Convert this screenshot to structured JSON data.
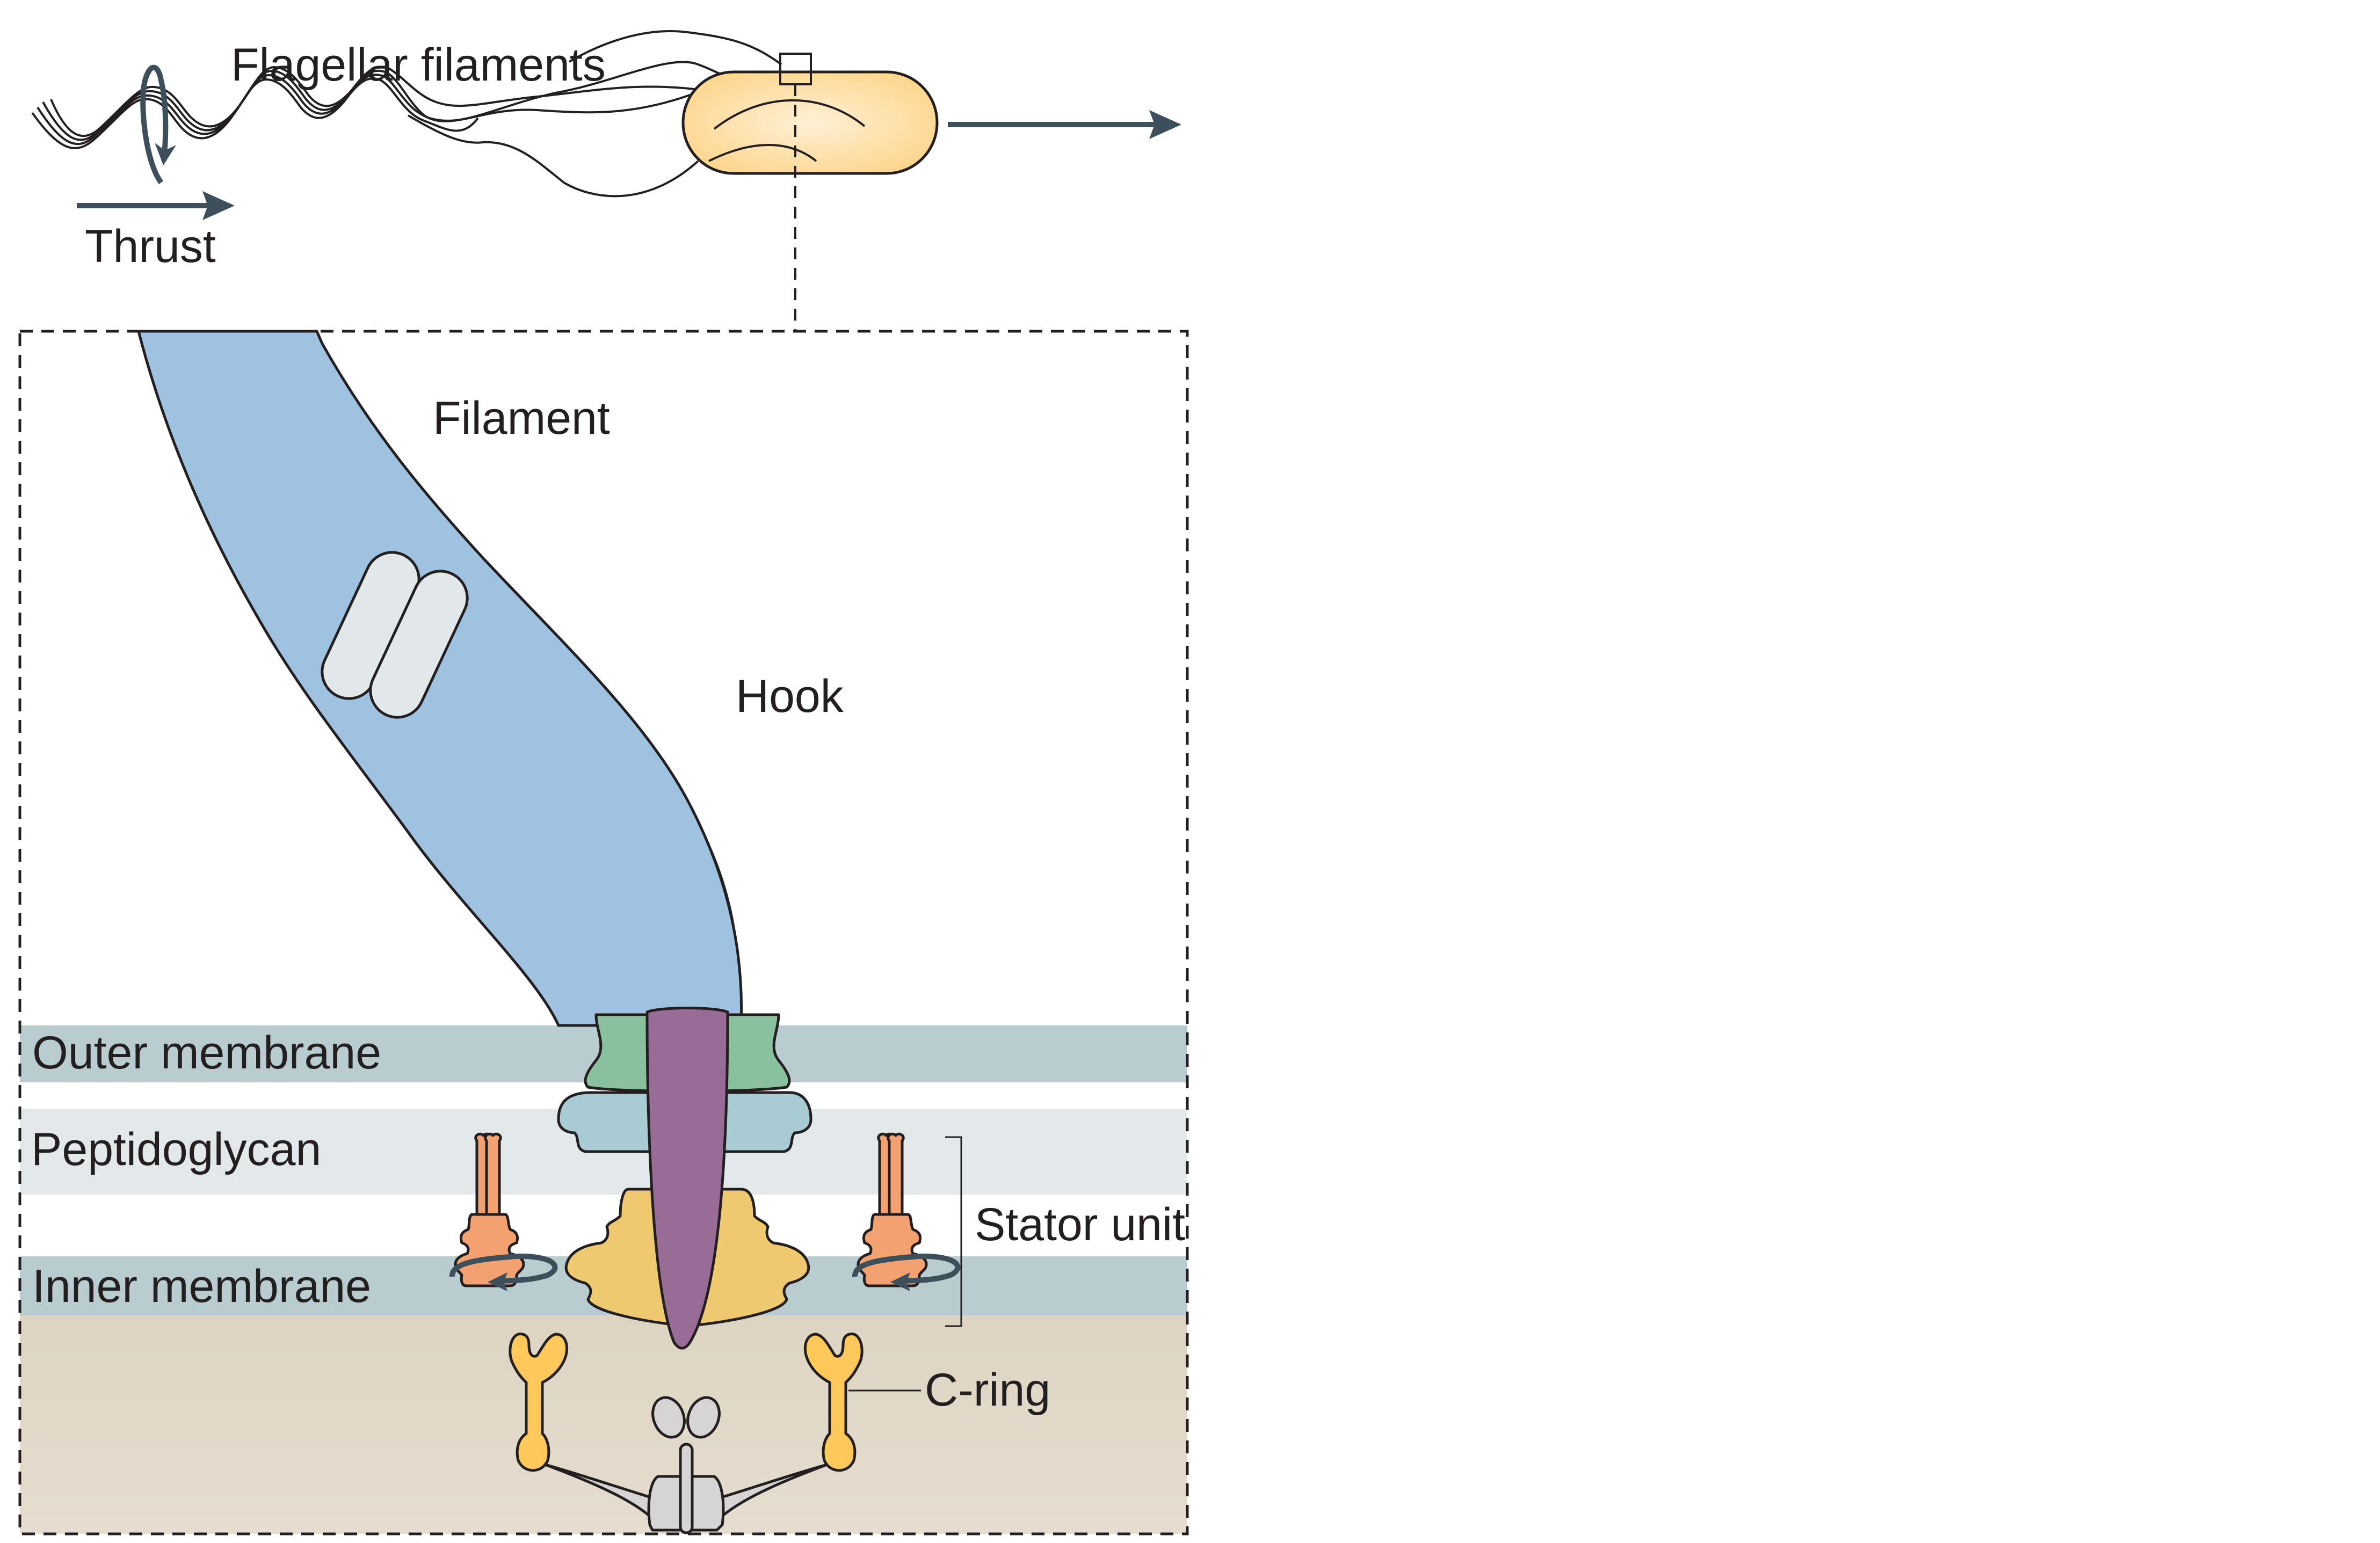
{
  "title": "Bacterial flagellar motor",
  "overview": {
    "flagellar_filaments_label": "Flagellar filaments",
    "thrust_label": "Thrust",
    "cell_color": "#fdd58a"
  },
  "detail": {
    "labels": {
      "filament": "Filament",
      "hook": "Hook",
      "outer_membrane": "Outer membrane",
      "peptidoglycan": "Peptidoglycan",
      "inner_membrane": "Inner membrane",
      "stator_unit": "Stator unit",
      "c_ring": "C-ring"
    },
    "colors": {
      "filament_hook": "#9ec2e0",
      "junction": "#e2e7ea",
      "outer_membrane": "#b9cccf",
      "peptidoglycan": "#e3e8ea",
      "inner_membrane": "#b9cccf",
      "cytoplasm": "#e0d7c7",
      "rod": "#986c96",
      "l_ring": "#89c19e",
      "p_ring": "#a8cbd4",
      "ms_ring": "#eec96f",
      "stator": "#f4a172",
      "c_ring": "#fec95a",
      "export_apparatus": "#d6d4d4",
      "arrow": "#3d4f5a"
    }
  }
}
